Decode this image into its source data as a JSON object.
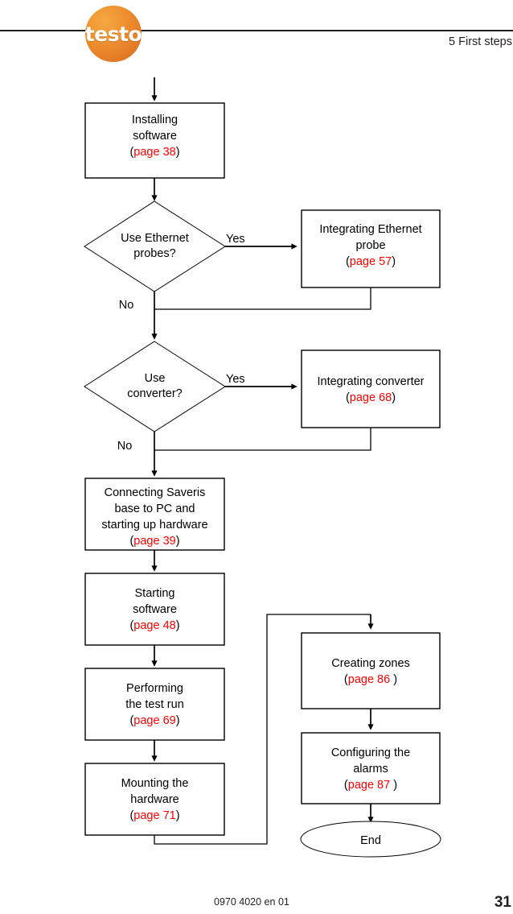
{
  "document": {
    "header": {
      "logo_text": "testo",
      "chapter": "5 First steps"
    },
    "footer": {
      "doc_id": "0970 4020 en 01",
      "page_number": "31"
    }
  },
  "flowchart": {
    "type": "process-flow-diagram",
    "nodes": [
      {
        "id": "installing-software",
        "shape": "rectangle",
        "lines": [
          "Installing",
          "software"
        ],
        "ref_prefix": "(",
        "ref": "page 38",
        "ref_suffix": ")"
      },
      {
        "id": "use-ethernet-probes",
        "shape": "diamond",
        "lines": [
          "Use Ethernet",
          "probes?"
        ]
      },
      {
        "id": "integrating-ethernet-probe",
        "shape": "rectangle",
        "lines": [
          "Integrating Ethernet",
          "probe"
        ],
        "ref_prefix": "(",
        "ref": "page 57",
        "ref_suffix": ")"
      },
      {
        "id": "use-converter",
        "shape": "diamond",
        "lines": [
          "Use",
          "converter?"
        ]
      },
      {
        "id": "integrating-converter",
        "shape": "rectangle",
        "lines": [
          "Integrating converter"
        ],
        "ref_prefix": "(",
        "ref": "page 68",
        "ref_suffix": ")"
      },
      {
        "id": "connecting-saveris-base",
        "shape": "rectangle",
        "lines": [
          "Connecting Saveris",
          "base to PC and",
          "starting up hardware"
        ],
        "ref_prefix": "(",
        "ref": "page 39",
        "ref_suffix": ")"
      },
      {
        "id": "starting-software",
        "shape": "rectangle",
        "lines": [
          "Starting",
          "software"
        ],
        "ref_prefix": "(",
        "ref": "page 48",
        "ref_suffix": ")"
      },
      {
        "id": "performing-test-run",
        "shape": "rectangle",
        "lines": [
          "Performing",
          "the test run"
        ],
        "ref_prefix": "(",
        "ref": "page 69",
        "ref_suffix": ")"
      },
      {
        "id": "mounting-hardware",
        "shape": "rectangle",
        "lines": [
          "Mounting the",
          "hardware"
        ],
        "ref_prefix": "(",
        "ref": "page 71",
        "ref_suffix": ")"
      },
      {
        "id": "creating-zones",
        "shape": "rectangle",
        "lines": [
          "Creating zones"
        ],
        "ref_prefix": "(",
        "ref": "page 86 ",
        "ref_suffix": ")"
      },
      {
        "id": "configuring-alarms",
        "shape": "rectangle",
        "lines": [
          "Configuring the",
          "alarms"
        ],
        "ref_prefix": "(",
        "ref": "page 87 ",
        "ref_suffix": ")"
      },
      {
        "id": "end",
        "shape": "ellipse",
        "lines": [
          "End"
        ]
      }
    ],
    "edge_labels": {
      "ethernet_yes": "Yes",
      "ethernet_no": "No",
      "converter_yes": "Yes",
      "converter_no": "No"
    },
    "colors": {
      "reference_link": "#ff0000",
      "shape_stroke": "#000000",
      "shape_fill": "#ffffff",
      "brand_orange": "#e8812a"
    }
  }
}
